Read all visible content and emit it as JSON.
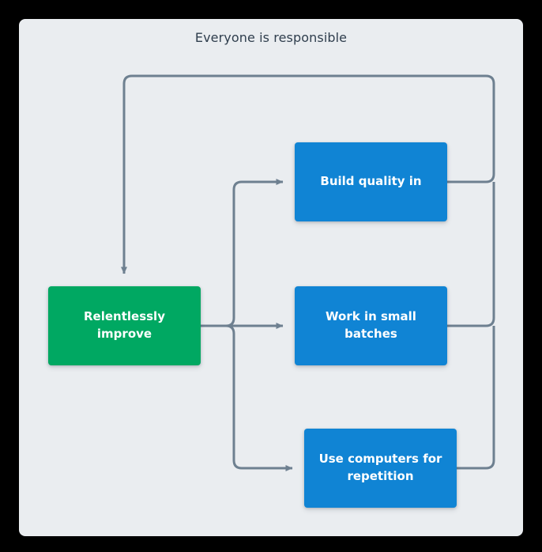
{
  "diagram": {
    "title": "Everyone is responsible",
    "type": "flowchart",
    "background_color": "#EAEDF0",
    "frame_color": "#000000",
    "connector_color": "#6E8090",
    "title_color": "#2F3E4D",
    "nodes": [
      {
        "id": "improve",
        "label": "Relentlessly improve",
        "color": "#00A862",
        "role": "source",
        "shape": "rounded-rect"
      },
      {
        "id": "quality",
        "label": "Build quality in",
        "color": "#1084D4",
        "role": "practice",
        "shape": "rounded-rect"
      },
      {
        "id": "batches",
        "label": "Work in small\nbatches",
        "color": "#1084D4",
        "role": "practice",
        "shape": "rounded-rect"
      },
      {
        "id": "computers",
        "label": "Use computers for\nrepetition",
        "color": "#1084D4",
        "role": "practice",
        "shape": "rounded-rect"
      }
    ],
    "edges": [
      {
        "from": "improve",
        "to": "quality",
        "style": "orthogonal",
        "arrow": true
      },
      {
        "from": "improve",
        "to": "batches",
        "style": "orthogonal",
        "arrow": true
      },
      {
        "from": "improve",
        "to": "computers",
        "style": "orthogonal",
        "arrow": true
      },
      {
        "from": "quality",
        "to": "improve",
        "style": "feedback-loop",
        "arrow": true
      },
      {
        "from": "batches",
        "to": "improve",
        "style": "feedback-loop",
        "arrow": true
      },
      {
        "from": "computers",
        "to": "improve",
        "style": "feedback-loop",
        "arrow": true
      }
    ]
  }
}
